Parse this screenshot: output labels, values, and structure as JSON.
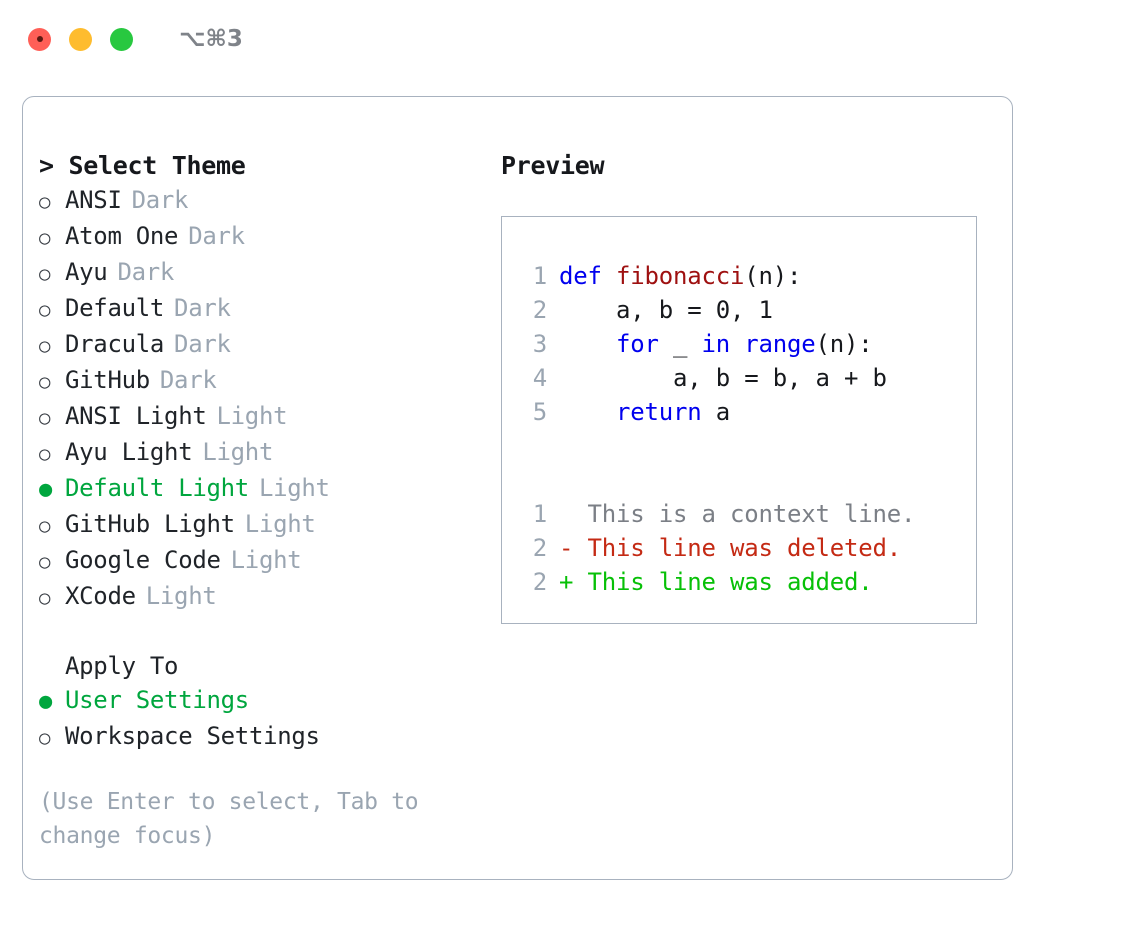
{
  "window": {
    "shortcut": "⌥⌘3",
    "traffic_lights": [
      {
        "name": "close-button",
        "color": "#ff5f57"
      },
      {
        "name": "minimize-button",
        "color": "#febc2e"
      },
      {
        "name": "maximize-button",
        "color": "#28c840"
      }
    ]
  },
  "theme_picker": {
    "header_marker": ">",
    "header": "Select Theme",
    "unselected_marker": "○",
    "selected_marker": "●",
    "selected_color": "#00a63e",
    "muted_color": "#9aa5b1",
    "items": [
      {
        "marker": "○",
        "label": "ANSI",
        "category": "Dark",
        "selected": false
      },
      {
        "marker": "○",
        "label": "Atom One",
        "category": "Dark",
        "selected": false
      },
      {
        "marker": "○",
        "label": "Ayu",
        "category": "Dark",
        "selected": false
      },
      {
        "marker": "○",
        "label": "Default",
        "category": "Dark",
        "selected": false
      },
      {
        "marker": "○",
        "label": "Dracula",
        "category": "Dark",
        "selected": false
      },
      {
        "marker": "○",
        "label": "GitHub",
        "category": "Dark",
        "selected": false
      },
      {
        "marker": "○",
        "label": "ANSI Light",
        "category": "Light",
        "selected": false
      },
      {
        "marker": "○",
        "label": "Ayu Light",
        "category": "Light",
        "selected": false
      },
      {
        "marker": "●",
        "label": "Default Light",
        "category": "Light",
        "selected": true
      },
      {
        "marker": "○",
        "label": "GitHub Light",
        "category": "Light",
        "selected": false
      },
      {
        "marker": "○",
        "label": "Google Code",
        "category": "Light",
        "selected": false
      },
      {
        "marker": "○",
        "label": "XCode",
        "category": "Light",
        "selected": false
      }
    ]
  },
  "apply_to": {
    "header": "Apply To",
    "items": [
      {
        "marker": "●",
        "label": "User Settings",
        "selected": true
      },
      {
        "marker": "○",
        "label": "Workspace Settings",
        "selected": false
      }
    ]
  },
  "hint": "(Use Enter to select, Tab to change focus)",
  "preview": {
    "title": "Preview",
    "code_lines": [
      {
        "number": "1",
        "tokens": [
          {
            "text": "def ",
            "type": "kw"
          },
          {
            "text": "fibonacci",
            "type": "fn"
          },
          {
            "text": "(n):",
            "type": "plain"
          }
        ]
      },
      {
        "number": "2",
        "tokens": [
          {
            "text": "    a, b = 0, 1",
            "type": "plain"
          }
        ]
      },
      {
        "number": "3",
        "tokens": [
          {
            "text": "    ",
            "type": "plain"
          },
          {
            "text": "for",
            "type": "kw"
          },
          {
            "text": " _ ",
            "type": "plain"
          },
          {
            "text": "in ",
            "type": "kw"
          },
          {
            "text": "range",
            "type": "kw"
          },
          {
            "text": "(n):",
            "type": "plain"
          }
        ]
      },
      {
        "number": "4",
        "tokens": [
          {
            "text": "        a, b = b, a + b",
            "type": "plain"
          }
        ]
      },
      {
        "number": "5",
        "tokens": [
          {
            "text": "    ",
            "type": "plain"
          },
          {
            "text": "return",
            "type": "kw"
          },
          {
            "text": " a",
            "type": "plain"
          }
        ]
      }
    ],
    "diff_lines": [
      {
        "number": "1",
        "text": "  This is a context line.",
        "kind": "context"
      },
      {
        "number": "2",
        "text": "- This line was deleted.",
        "kind": "deleted"
      },
      {
        "number": "2",
        "text": "+ This line was added.",
        "kind": "added"
      }
    ],
    "diff_colors": {
      "context": "#7b7f86",
      "deleted": "#c42a14",
      "added": "#07c007"
    },
    "syntax_colors": {
      "keyword": "#0000ee",
      "function": "#9e1010",
      "plain": "#16181c",
      "lineno": "#9aa5b1"
    }
  }
}
